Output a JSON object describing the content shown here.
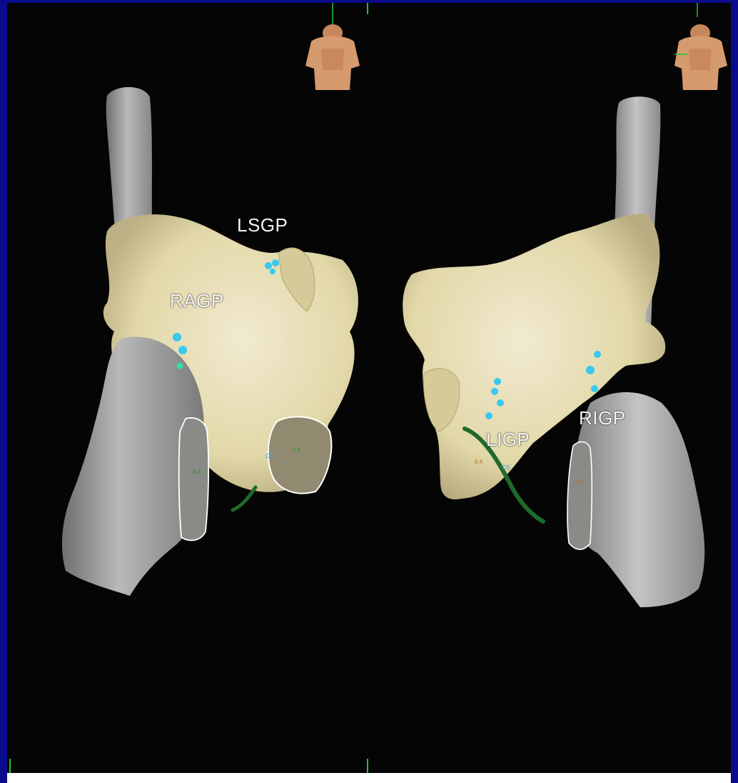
{
  "labels": {
    "lsgp": "LSGP",
    "ragp": "RAGP",
    "ligp": "LIGP",
    "rigp": "RIGP"
  },
  "markers": {
    "cs_left": "CS",
    "cs_right": "CS",
    "v_left_a": "6.8",
    "v_left_b": "6.4",
    "v_right_a": "6.4",
    "v_right_b": "6.8"
  },
  "colors": {
    "frame": "#0a0a8c",
    "background": "#050505",
    "atrium": "#e8e0b4",
    "vein": "#a8a8a8",
    "gp_marker": "#38c8f0",
    "catheter": "#1f6a2a",
    "axis": "#19c92b"
  },
  "icons": {
    "orientation": "torso-orientation-icon"
  }
}
